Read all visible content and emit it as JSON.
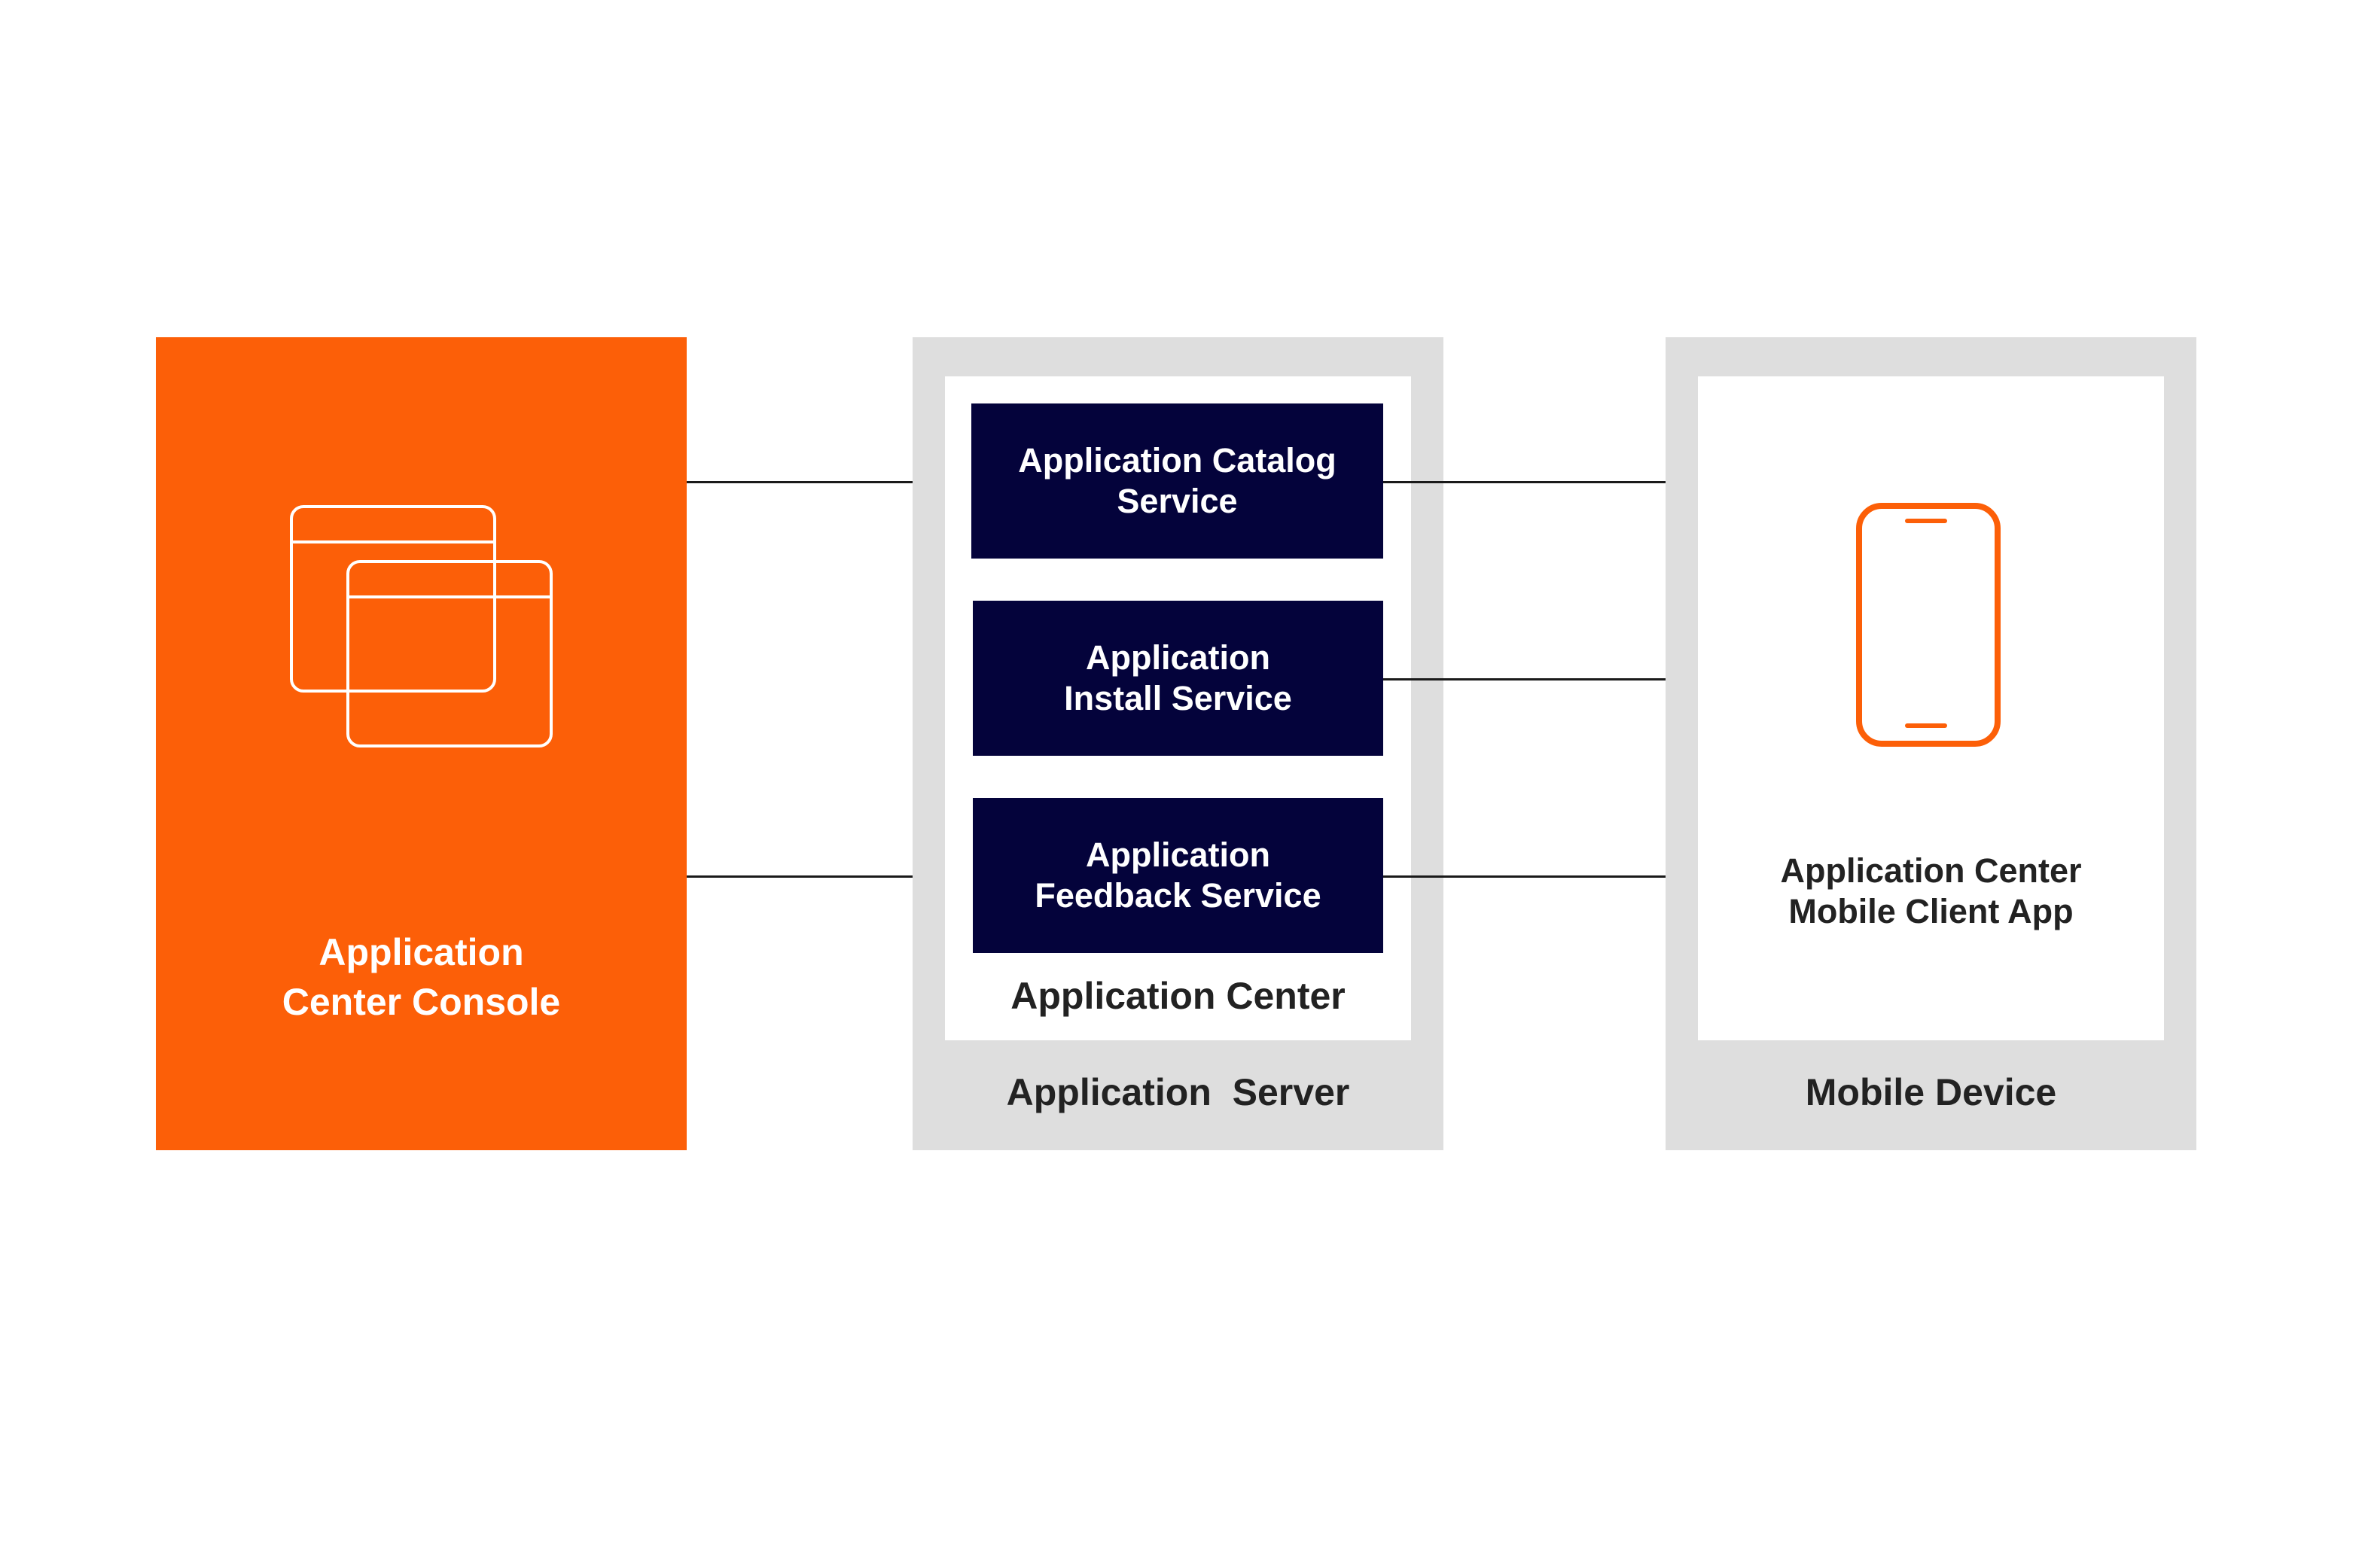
{
  "diagram": {
    "console": {
      "label": "Application\nCenter Console",
      "icon": "browser-windows-icon",
      "color": "#fc5f08"
    },
    "server": {
      "label": "Application  Server",
      "inner_label": "Application Center",
      "services": [
        {
          "label": "Application Catalog\nService"
        },
        {
          "label": "Application\nInstall Service"
        },
        {
          "label": "Application\nFeedback  Service"
        }
      ],
      "service_color": "#04033b"
    },
    "device": {
      "label": "Mobile Device",
      "app_label": "Application Center\nMobile Client App",
      "icon": "smartphone-icon"
    },
    "connections": [
      {
        "from": "Application Center Console",
        "to": "Application Catalog Service"
      },
      {
        "from": "Application Catalog Service",
        "to": "Application Center Mobile Client App"
      },
      {
        "from": "Application Install Service",
        "to": "Application Center Mobile Client App"
      },
      {
        "from": "Application Center Console",
        "to": "Application Feedback Service"
      },
      {
        "from": "Application Feedback Service",
        "to": "Application Center Mobile Client App"
      }
    ]
  }
}
